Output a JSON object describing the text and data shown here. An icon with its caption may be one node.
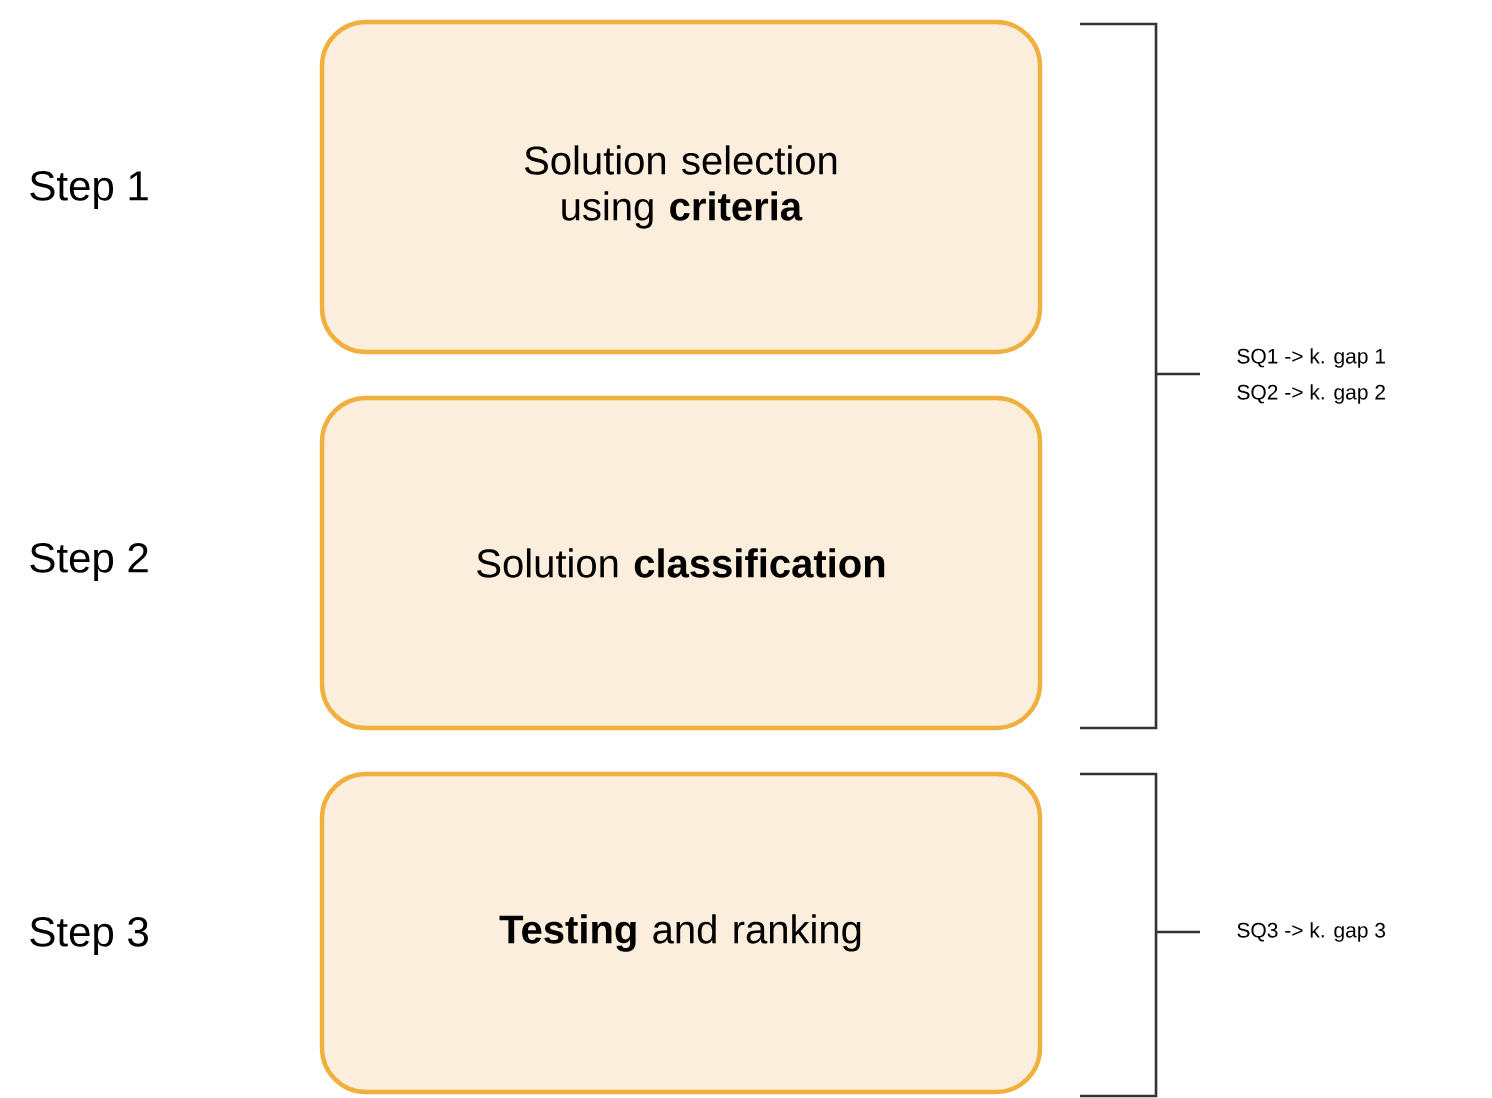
{
  "diagram": {
    "nodes": [
      {
        "text": [
          "Solution selection using **criteria**"
        ]
      },
      {
        "text": [
          "Solution **classification**"
        ]
      },
      {
        "text": [
          "**Testing** and ranking"
        ]
      }
    ],
    "labels": [
      "Step 1",
      "SQ1 -> k. gap 1",
      "SQ2 -> k. gap 2",
      "Step 2",
      "Step 3",
      "SQ3 -> k. gap 3"
    ]
  }
}
